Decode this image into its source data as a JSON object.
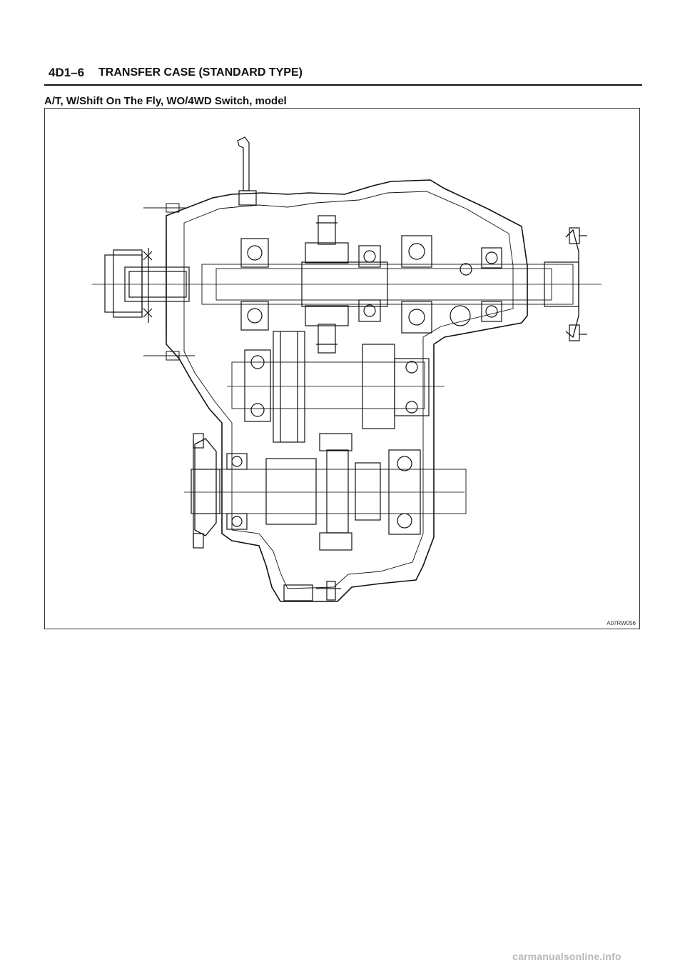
{
  "header": {
    "page_number": "4D1–6",
    "chapter_title": "TRANSFER CASE (STANDARD TYPE)"
  },
  "section_title": "A/T, W/Shift On The Fly, WO/4WD Switch, model",
  "figure": {
    "subject": "transfer-case-cross-section",
    "code": "A07RW056"
  },
  "watermark": "carmanualsonline.info"
}
